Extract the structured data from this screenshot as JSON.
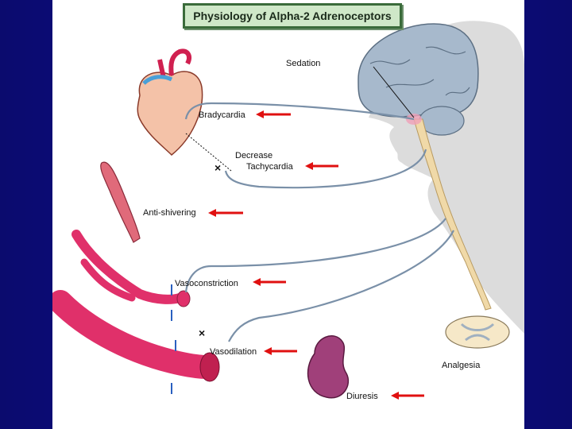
{
  "title": "Physiology of Alpha-2 Adrenoceptors",
  "labels": {
    "sedation": "Sedation",
    "bradycardia": "Bradycardia",
    "decrease": "Decrease",
    "tachycardia": "Tachycardia",
    "anti_shivering": "Anti-shivering",
    "vasoconstriction": "Vasoconstriction",
    "vasodilation": "Vasodilation",
    "analgesia": "Analgesia",
    "diuresis": "Diuresis"
  },
  "colors": {
    "background": "#0b0b8c",
    "highlight_arrow": "#e01010",
    "vessel": "#e0306a",
    "nerve": "#7a90a8",
    "brain": "#a7b9cc",
    "spine": "#f0d9a8"
  }
}
